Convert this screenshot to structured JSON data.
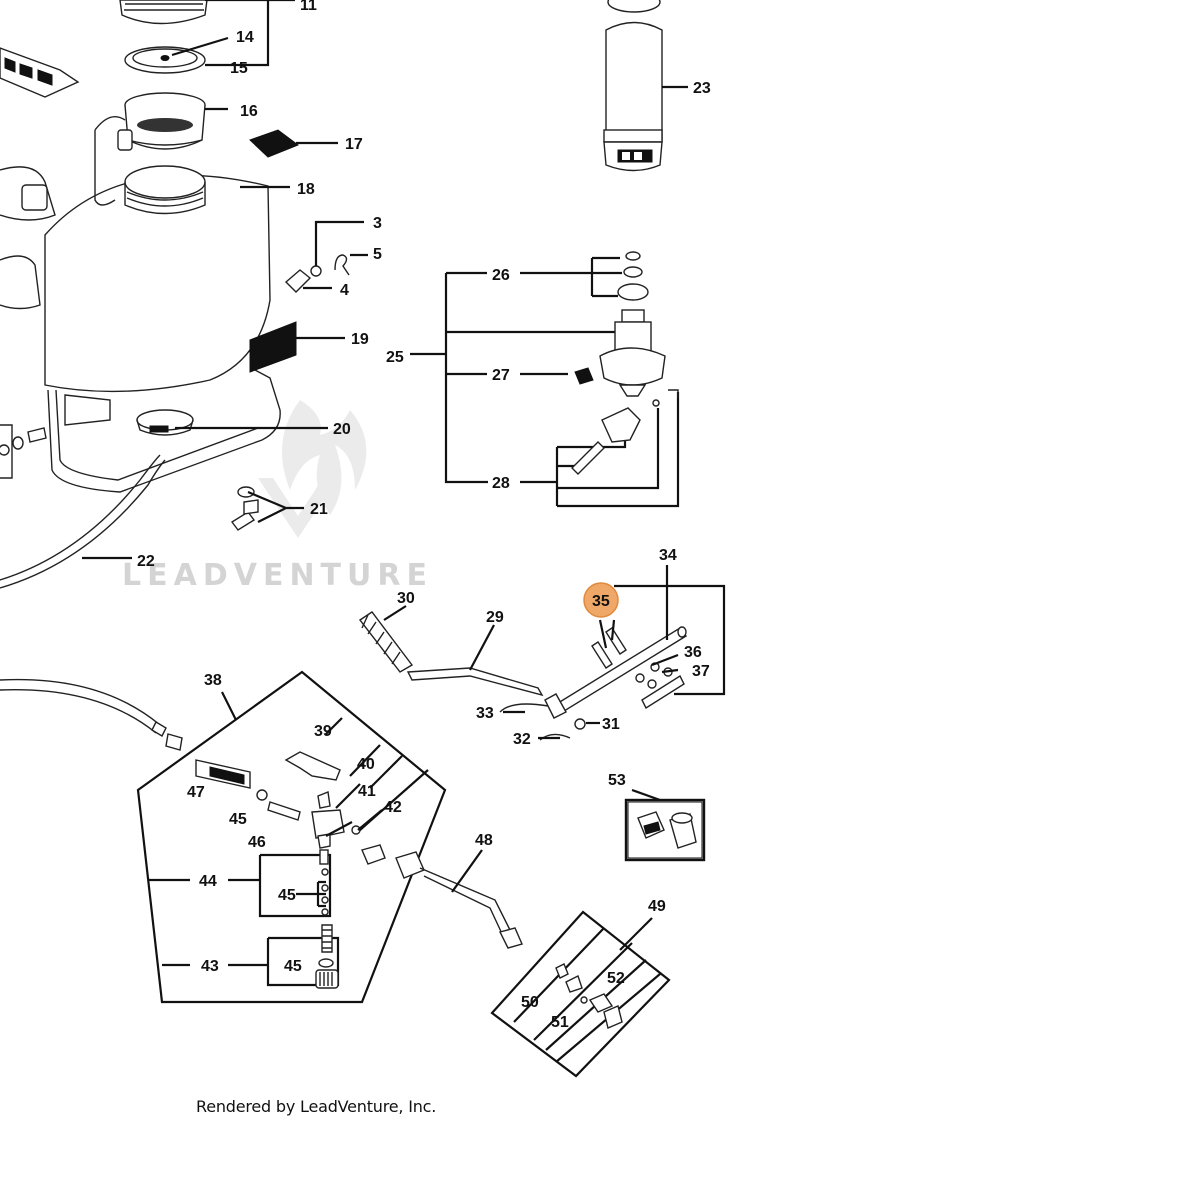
{
  "footer": {
    "text": "Rendered by LeadVenture, Inc."
  },
  "watermark": {
    "text": "LEADVENTURE",
    "color": "#d8d8d8"
  },
  "highlight": {
    "part": "35",
    "color": "#f0a868"
  },
  "callouts": [
    "11",
    "14",
    "15",
    "16",
    "17",
    "18",
    "3",
    "5",
    "4",
    "19",
    "20",
    "21",
    "22",
    "23",
    "25",
    "26",
    "27",
    "28",
    "29",
    "30",
    "31",
    "32",
    "33",
    "34",
    "35",
    "36",
    "37",
    "38",
    "39",
    "40",
    "41",
    "42",
    "43",
    "44",
    "45",
    "46",
    "47",
    "48",
    "49",
    "50",
    "51",
    "52",
    "53"
  ]
}
